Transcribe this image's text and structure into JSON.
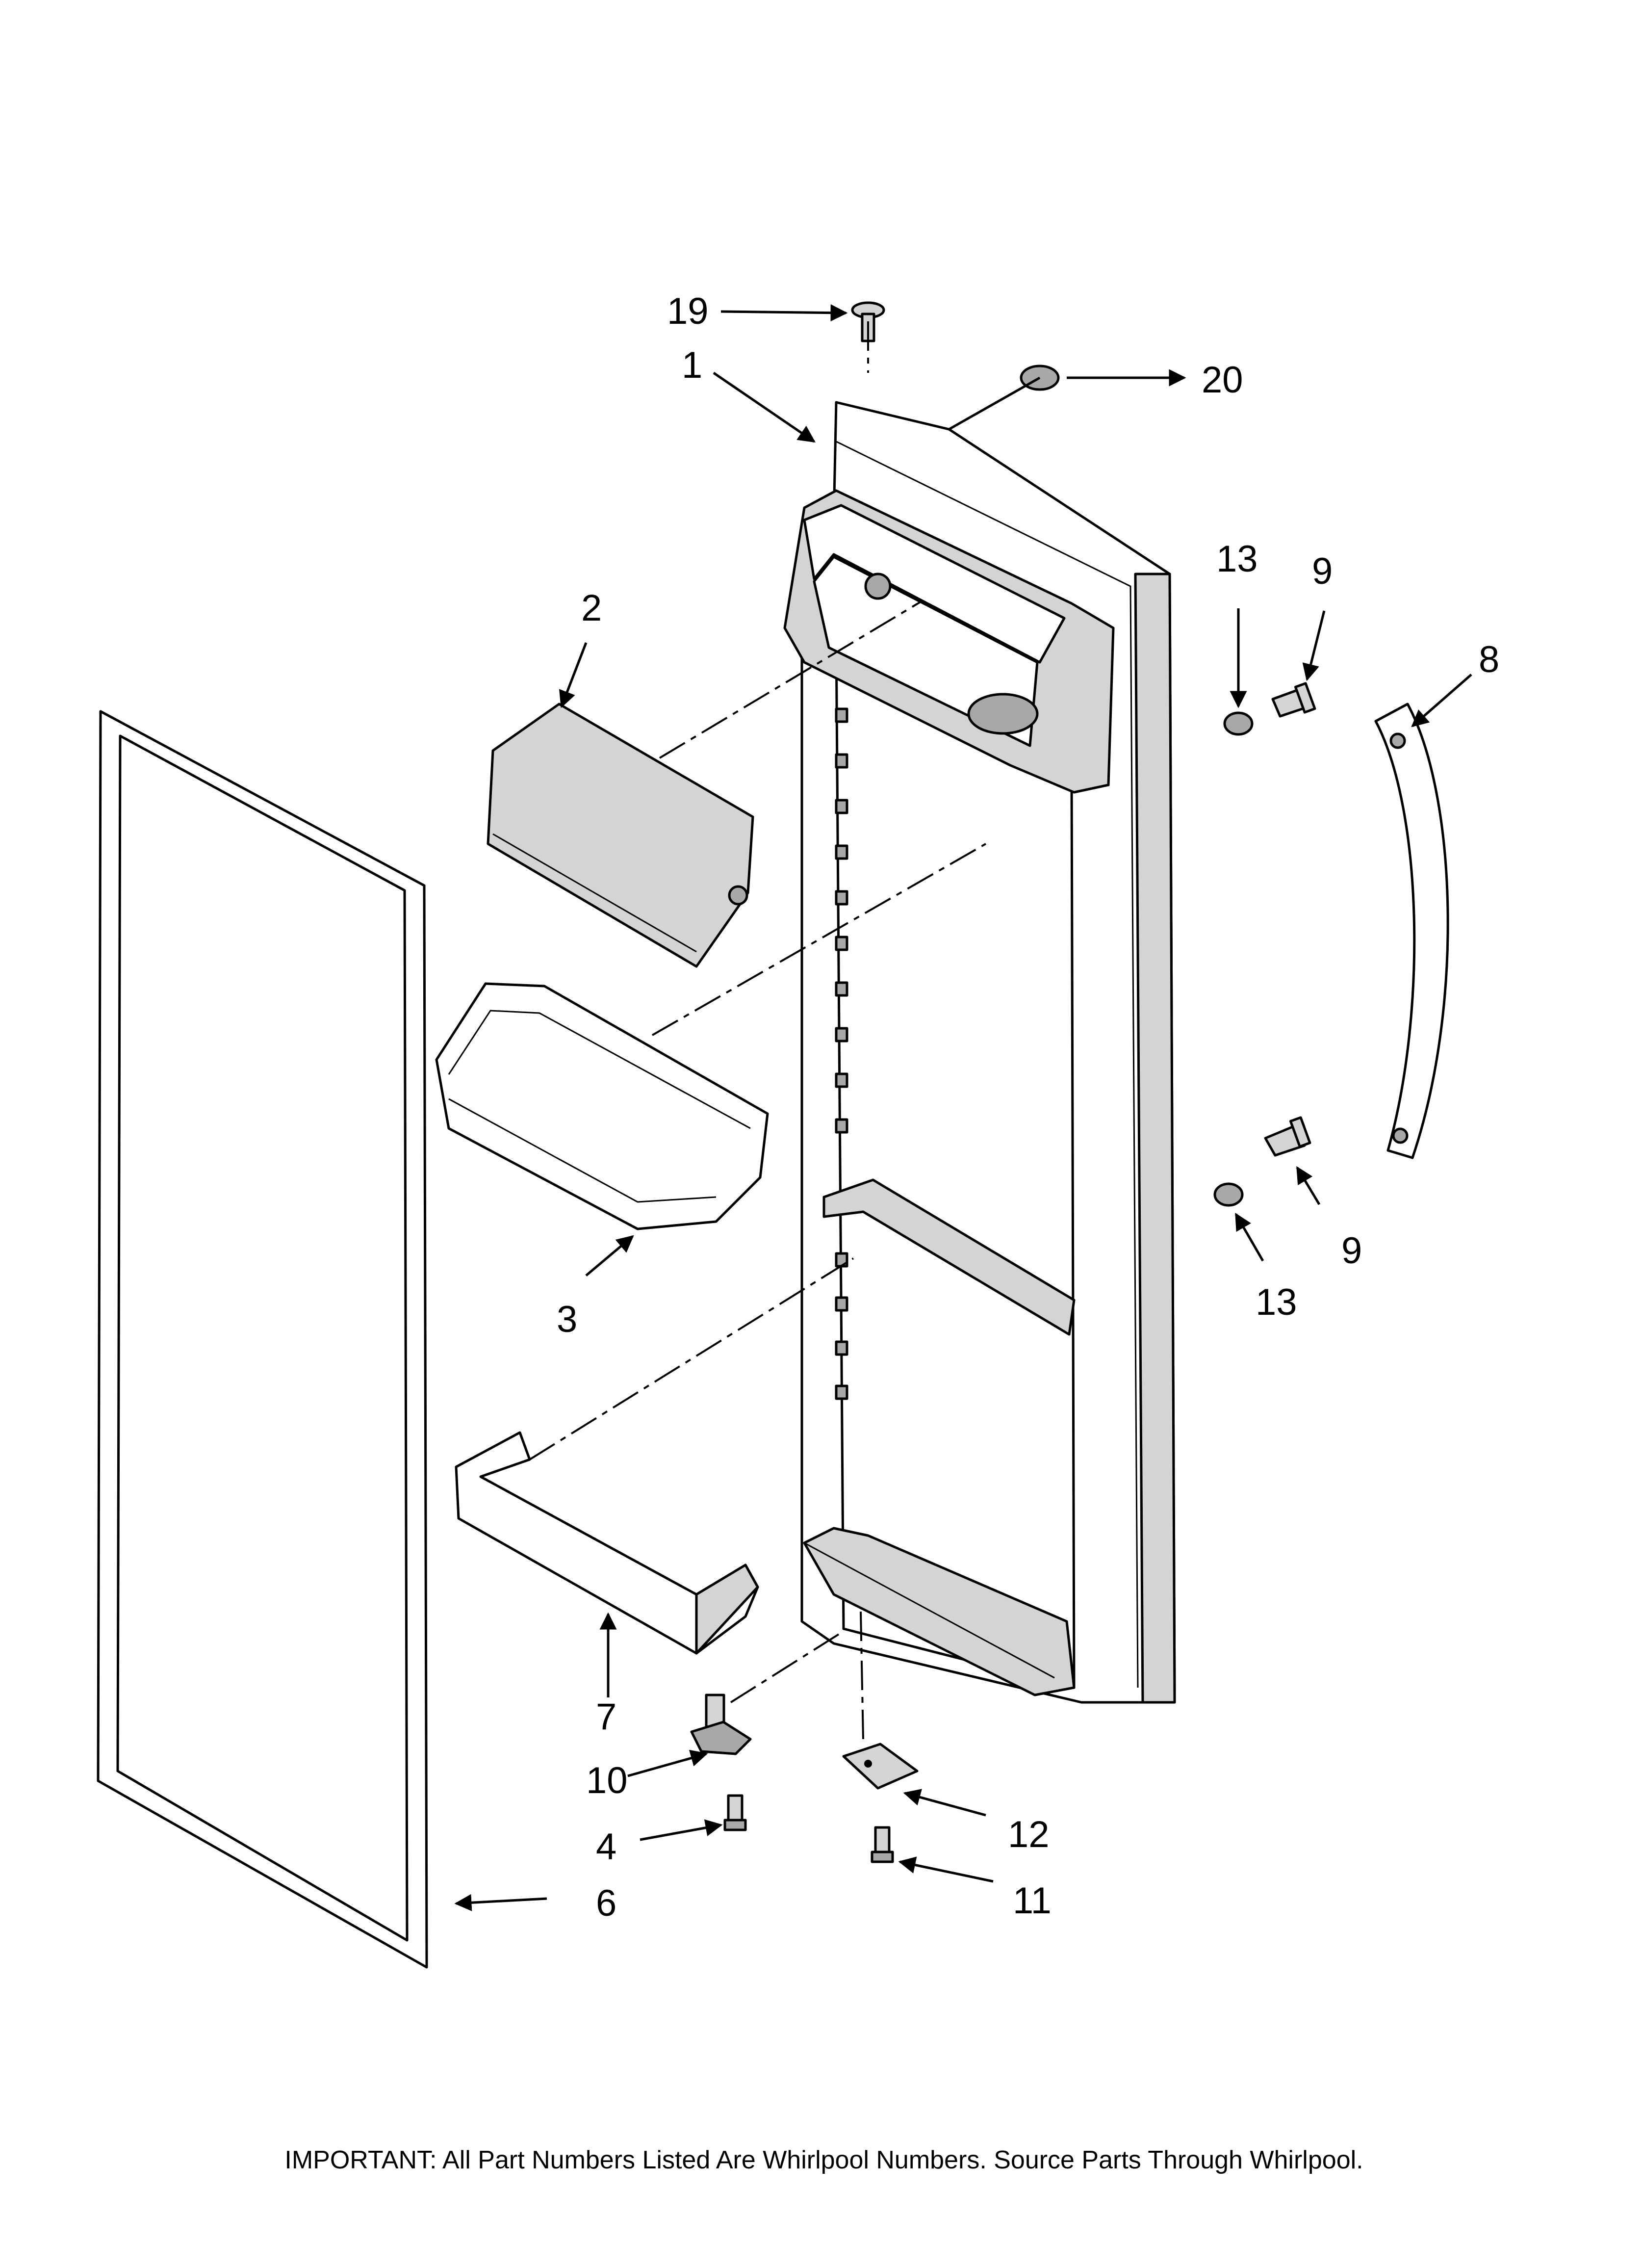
{
  "callouts": {
    "p1": "1",
    "p2": "2",
    "p3": "3",
    "p4": "4",
    "p6": "6",
    "p7": "7",
    "p8": "8",
    "p9a": "9",
    "p9b": "9",
    "p10": "10",
    "p11": "11",
    "p12": "12",
    "p13a": "13",
    "p13b": "13",
    "p19": "19",
    "p20": "20"
  },
  "footnote": "IMPORTANT: All Part Numbers Listed Are Whirlpool Numbers. Source Parts Through Whirlpool."
}
